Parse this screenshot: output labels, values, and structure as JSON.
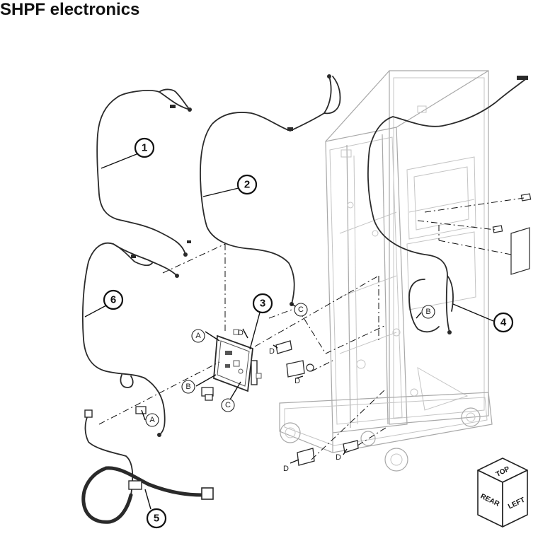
{
  "title": "SHPF electronics",
  "callouts": [
    "1",
    "2",
    "3",
    "4",
    "5",
    "6"
  ],
  "reference_labels": {
    "a": "A",
    "b": "B",
    "c": "C",
    "d": "D"
  },
  "orientation_cube": {
    "top": "TOP",
    "rear": "REAR",
    "left": "LEFT"
  },
  "colors": {
    "line": "#2a2a2a",
    "frame": "#a8a8a8",
    "background": "#ffffff"
  }
}
